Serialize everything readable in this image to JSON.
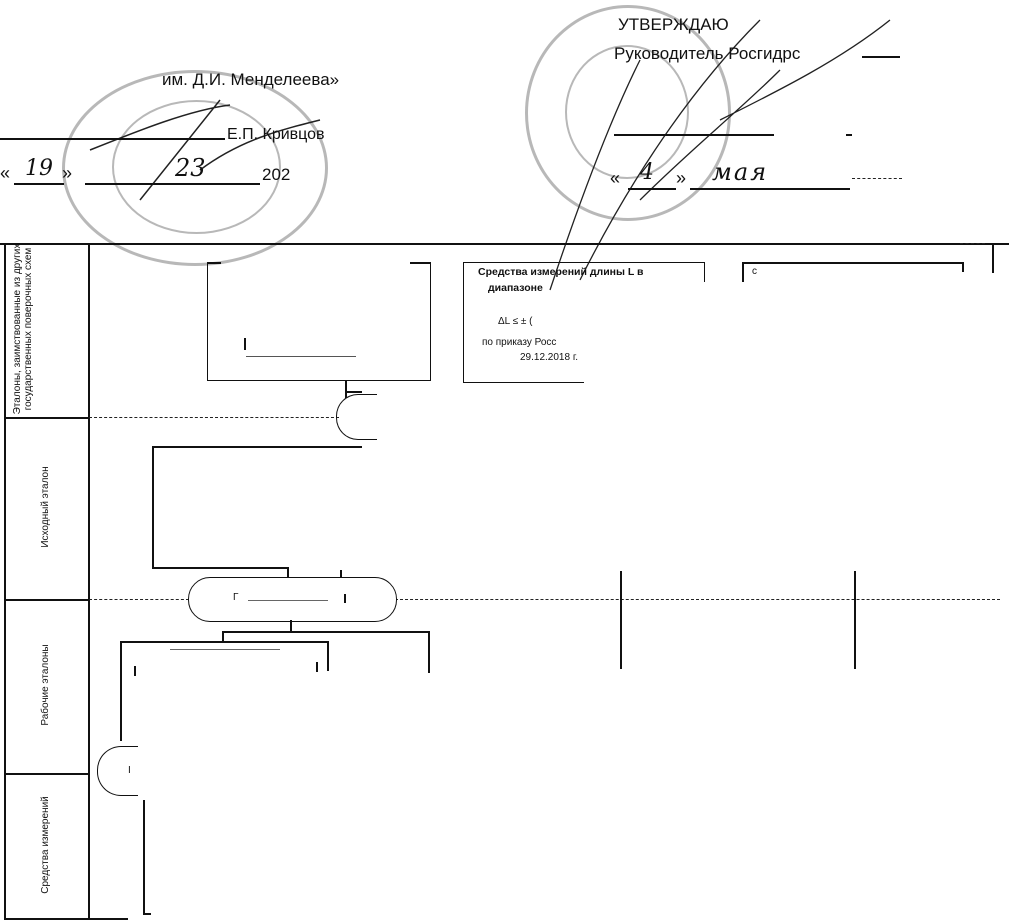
{
  "left_header": {
    "institute": "им. Д.И. Менделеева»",
    "signer": "Е.П. Кривцов",
    "date_open_quote": "«",
    "date_day": "19",
    "date_close_quote": "»",
    "date_month": "23",
    "date_year": "202"
  },
  "right_header": {
    "approve": "УТВЕРЖДАЮ",
    "role": "Руководитель Росгидрс",
    "date_open_quote": "«",
    "date_day": "4",
    "date_close_quote": "»",
    "date_month": "мая"
  },
  "row_labels": {
    "r1": "Эталоны, заимствованные из других государственных поверочных схем",
    "r2": "Исходный эталон",
    "r3": "Рабочие эталоны",
    "r4": "Средства измерений"
  },
  "boxes": {
    "b1_line1": "Средства измерений длины L в",
    "b1_line2": "диапазоне",
    "b1_line3": "ΔL ≤ ± (",
    "b1_line4": "по приказу Росс",
    "b1_line5": "29.12.2018 г."
  },
  "pill_mid": "Г"
}
